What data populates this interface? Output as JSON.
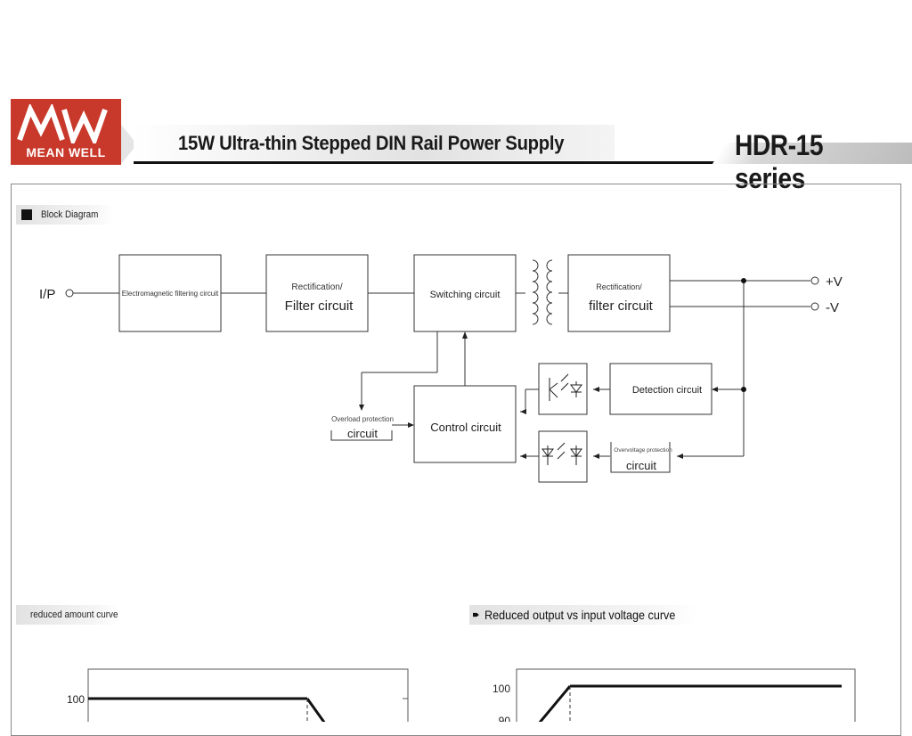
{
  "header": {
    "logo_mark": "MW",
    "logo_text": "MEAN WELL",
    "title": "15W Ultra-thin Stepped DIN Rail Power Supply",
    "series": "HDR-15 series"
  },
  "sections": {
    "block_diagram": "Block Diagram",
    "derating": "reduced amount curve",
    "output_vs_input": "Reduced output vs input voltage curve"
  },
  "block_diagram": {
    "input_label": "I/P",
    "emi_filter": "Electromagnetic filtering circuit",
    "rect1_line1": "Rectification/",
    "rect1_line2": "Filter circuit",
    "switching": "Switching circuit",
    "rect2_line1": "Rectification/",
    "rect2_line2": "filter circuit",
    "out_pos": "+V",
    "out_neg": "-V",
    "detection": "Detection circuit",
    "control": "Control circuit",
    "olp_line1": "Overload protection",
    "olp_line2": "circuit",
    "ovp_line1": "Overvoltage protection",
    "ovp_line2": "circuit"
  },
  "derating_chart": {
    "ytick_top": "100"
  },
  "output_chart": {
    "ytick_top": "100",
    "ytick_next": "90"
  }
}
